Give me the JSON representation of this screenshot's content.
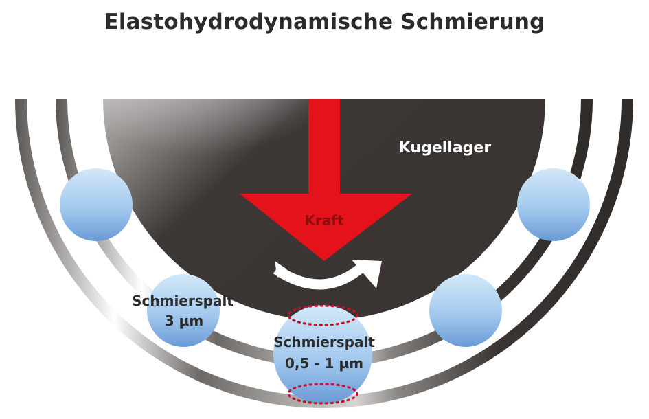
{
  "title": "Elastohydrodynamische Schmierung",
  "labels": {
    "bearing": "Kugellager",
    "force": "Kraft",
    "gap_left_line1": "Schmierspalt",
    "gap_left_line2": "3 µm",
    "gap_center_line1": "Schmierspalt",
    "gap_center_line2": "0,5 - 1 µm"
  },
  "colors": {
    "arrow": "#e3121b",
    "ball_light": "#cfe6f8",
    "ball_dark": "#6f9fd8",
    "dark_metal": "#3a3533",
    "contact_dots": "#c8102e"
  }
}
